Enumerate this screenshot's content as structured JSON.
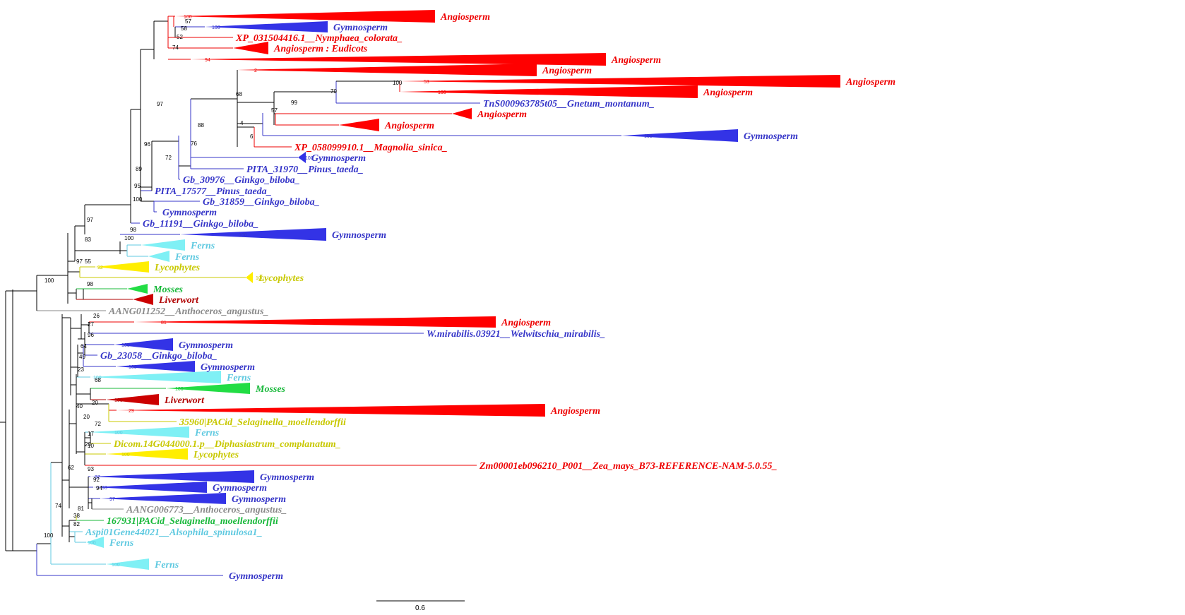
{
  "colors": {
    "Angiosperm": "#ee0000",
    "Gymnosperm": "#3535c8",
    "Ferns": "#5fc9e0",
    "Lycophytes": "#c8c800",
    "Mosses": "#18b83a",
    "Liverwort": "#b00000",
    "Hornwort": "#8a8a8a",
    "Backbone": "#000000"
  },
  "clade_fill": {
    "Angiosperm": "#ff0000",
    "Gymnosperm": "#3333e6",
    "Ferns": "#7ff0f5",
    "Lycophytes": "#ffee00",
    "Mosses": "#22dd44",
    "Liverwort": "#cc0000",
    "Hornwort": "#999999"
  },
  "tips": [
    {
      "id": "t0",
      "label": "Angiosperm",
      "group": "Angiosperm",
      "type": "clade",
      "support_inner": "100"
    },
    {
      "id": "t1",
      "label": "Gymnosperm",
      "group": "Gymnosperm",
      "type": "clade",
      "support_inner": "100"
    },
    {
      "id": "t2",
      "label": "XP_031504416.1__Nymphaea_colorata_",
      "group": "Angiosperm",
      "type": "leaf"
    },
    {
      "id": "t3",
      "label": "Angiosperm : Eudicots",
      "group": "Angiosperm",
      "type": "clade"
    },
    {
      "id": "t4",
      "label": "Angiosperm",
      "group": "Angiosperm",
      "type": "clade",
      "support_inner": "94"
    },
    {
      "id": "t5",
      "label": "Angiosperm",
      "group": "Angiosperm",
      "type": "clade",
      "support_inner": "2"
    },
    {
      "id": "t6",
      "label": "Angiosperm",
      "group": "Angiosperm",
      "type": "clade",
      "support_inner": "53"
    },
    {
      "id": "t7",
      "label": "Angiosperm",
      "group": "Angiosperm",
      "type": "clade",
      "support_inner": "100"
    },
    {
      "id": "t8",
      "label": "TnS000963785t05__Gnetum_montanum_",
      "group": "Gymnosperm",
      "type": "leaf"
    },
    {
      "id": "t9",
      "label": "Angiosperm",
      "group": "Angiosperm",
      "type": "clade"
    },
    {
      "id": "t10",
      "label": "Angiosperm",
      "group": "Angiosperm",
      "type": "clade"
    },
    {
      "id": "t11",
      "label": "Gymnosperm",
      "group": "Gymnosperm",
      "type": "clade",
      "support_inner": "100"
    },
    {
      "id": "t12",
      "label": "XP_058099910.1__Magnolia_sinica_",
      "group": "Angiosperm",
      "type": "leaf"
    },
    {
      "id": "t13",
      "label": "Gymnosperm",
      "group": "Gymnosperm",
      "type": "clade",
      "support_inner": "100"
    },
    {
      "id": "t14",
      "label": "PITA_31970__Pinus_taeda_",
      "group": "Gymnosperm",
      "type": "leaf"
    },
    {
      "id": "t15",
      "label": "Gb_30976__Ginkgo_biloba_",
      "group": "Gymnosperm",
      "type": "leaf"
    },
    {
      "id": "t16",
      "label": "PITA_17577__Pinus_taeda_",
      "group": "Gymnosperm",
      "type": "leaf"
    },
    {
      "id": "t17",
      "label": "Gb_31859__Ginkgo_biloba_",
      "group": "Gymnosperm",
      "type": "leaf"
    },
    {
      "id": "t18",
      "label": "Gymnosperm",
      "group": "Gymnosperm",
      "type": "clade"
    },
    {
      "id": "t19",
      "label": "Gb_11191__Ginkgo_biloba_",
      "group": "Gymnosperm",
      "type": "leaf"
    },
    {
      "id": "t20",
      "label": "Gymnosperm",
      "group": "Gymnosperm",
      "type": "clade",
      "support_inner": "100"
    },
    {
      "id": "t21",
      "label": "Ferns",
      "group": "Ferns",
      "type": "clade"
    },
    {
      "id": "t22",
      "label": "Ferns",
      "group": "Ferns",
      "type": "clade"
    },
    {
      "id": "t23",
      "label": "Lycophytes",
      "group": "Lycophytes",
      "type": "clade",
      "support_inner": "92"
    },
    {
      "id": "t24",
      "label": "Lycophytes",
      "group": "Lycophytes",
      "type": "clade",
      "support_inner": "100"
    },
    {
      "id": "t25",
      "label": "Mosses",
      "group": "Mosses",
      "type": "clade"
    },
    {
      "id": "t26",
      "label": "Liverwort",
      "group": "Liverwort",
      "type": "clade"
    },
    {
      "id": "t27",
      "label": "AANG011252__Anthoceros_angustus_",
      "group": "Hornwort",
      "type": "leaf"
    },
    {
      "id": "t28",
      "label": "Angiosperm",
      "group": "Angiosperm",
      "type": "clade",
      "support_inner": "81"
    },
    {
      "id": "t29",
      "label": "W.mirabilis.03921__Welwitschia_mirabilis_",
      "group": "Gymnosperm",
      "type": "leaf"
    },
    {
      "id": "t30",
      "label": "Gymnosperm",
      "group": "Gymnosperm",
      "type": "clade",
      "support_inner": "100"
    },
    {
      "id": "t31",
      "label": "Gb_23058__Ginkgo_biloba_",
      "group": "Gymnosperm",
      "type": "leaf"
    },
    {
      "id": "t32",
      "label": "Gymnosperm",
      "group": "Gymnosperm",
      "type": "clade",
      "support_inner": "100"
    },
    {
      "id": "t33",
      "label": "Ferns",
      "group": "Ferns",
      "type": "clade",
      "support_inner": "100"
    },
    {
      "id": "t34",
      "label": "Mosses",
      "group": "Mosses",
      "type": "clade",
      "support_inner": "100"
    },
    {
      "id": "t35",
      "label": "Liverwort",
      "group": "Liverwort",
      "type": "clade",
      "support_inner": "100"
    },
    {
      "id": "t36",
      "label": "Angiosperm",
      "group": "Angiosperm",
      "type": "clade",
      "support_inner": "29"
    },
    {
      "id": "t37",
      "label": "35960|PACid_Selaginella_moellendorffii",
      "group": "Lycophytes",
      "type": "leaf"
    },
    {
      "id": "t38",
      "label": "Ferns",
      "group": "Ferns",
      "type": "clade",
      "support_inner": "100"
    },
    {
      "id": "t39",
      "label": "Dicom.14G044000.1.p__Diphasiastrum_complanatum_",
      "group": "Lycophytes",
      "type": "leaf"
    },
    {
      "id": "t40",
      "label": "Lycophytes",
      "group": "Lycophytes",
      "type": "clade",
      "support_inner": "100"
    },
    {
      "id": "t41",
      "label": "Zm00001eb096210_P001__Zea_mays_B73-REFERENCE-NAM-5.0.55_",
      "group": "Angiosperm",
      "type": "leaf"
    },
    {
      "id": "t42",
      "label": "Gymnosperm",
      "group": "Gymnosperm",
      "type": "clade",
      "support_inner": "97"
    },
    {
      "id": "t43",
      "label": "Gymnosperm",
      "group": "Gymnosperm",
      "type": "clade",
      "support_inner": "98"
    },
    {
      "id": "t44",
      "label": "Gymnosperm",
      "group": "Gymnosperm",
      "type": "clade",
      "support_inner": "97"
    },
    {
      "id": "t45",
      "label": "AANG006773__Anthoceros_angustus_",
      "group": "Hornwort",
      "type": "leaf"
    },
    {
      "id": "t46",
      "label": "167931|PACid_Selaginella_moellendorffii",
      "group": "Mosses",
      "type": "leaf"
    },
    {
      "id": "t47",
      "label": "Aspi01Gene44021__Alsophila_spinulosa1_",
      "group": "Ferns",
      "type": "leaf"
    },
    {
      "id": "t48",
      "label": "Ferns",
      "group": "Ferns",
      "type": "clade",
      "support_inner": "100"
    },
    {
      "id": "t49",
      "label": "Ferns",
      "group": "Ferns",
      "type": "clade",
      "support_inner": "100"
    },
    {
      "id": "t50",
      "label": "Gymnosperm",
      "group": "Gymnosperm",
      "type": "clade"
    }
  ],
  "supports": [
    "57",
    "58",
    "52",
    "74",
    "97",
    "70",
    "100",
    "99",
    "57",
    "68",
    "4",
    "6",
    "88",
    "76",
    "72",
    "96",
    "89",
    "95",
    "100",
    "97",
    "98",
    "100",
    "83",
    "97",
    "55",
    "98",
    "100",
    "26",
    "27",
    "96",
    "64",
    "49",
    "23",
    "68",
    "20",
    "40",
    "20",
    "72",
    "17",
    "20",
    "10",
    "62",
    "93",
    "92",
    "94",
    "81",
    "38",
    "82",
    "74",
    "100"
  ],
  "scale_bar": {
    "label": "0.6"
  }
}
